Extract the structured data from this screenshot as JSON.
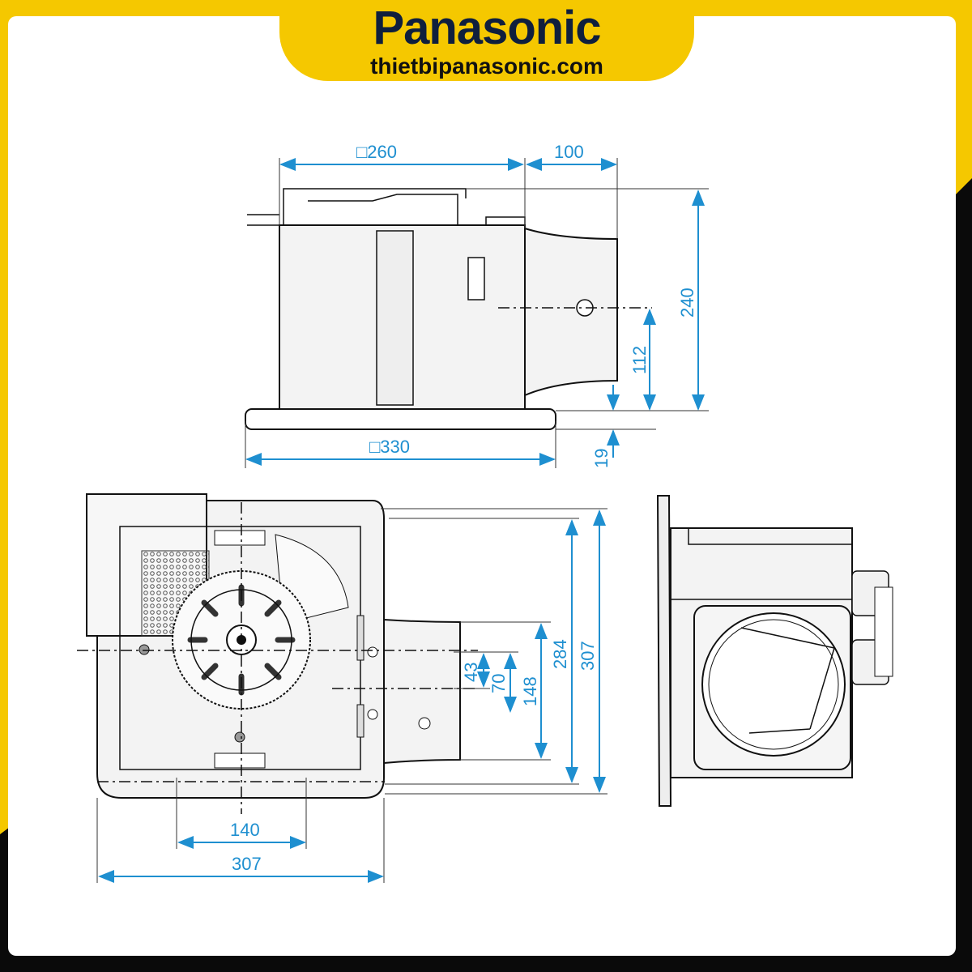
{
  "header": {
    "brand": "Panasonic",
    "website": "thietbipanasonic.com"
  },
  "colors": {
    "brand_yellow": "#f5c800",
    "brand_navy": "#0f1f3d",
    "dimension_blue": "#1e8fd0"
  },
  "front_view": {
    "width_top": "□260",
    "duct_length": "100",
    "height_total": "240",
    "duct_center_height": "112",
    "panel_width": "□330",
    "panel_thickness": "19"
  },
  "bottom_view": {
    "mount_spacing": "140",
    "width": "307",
    "duct_offset": "43",
    "duct_span_inner": "70",
    "duct_height": "148",
    "inner_depth": "284",
    "depth": "307"
  }
}
